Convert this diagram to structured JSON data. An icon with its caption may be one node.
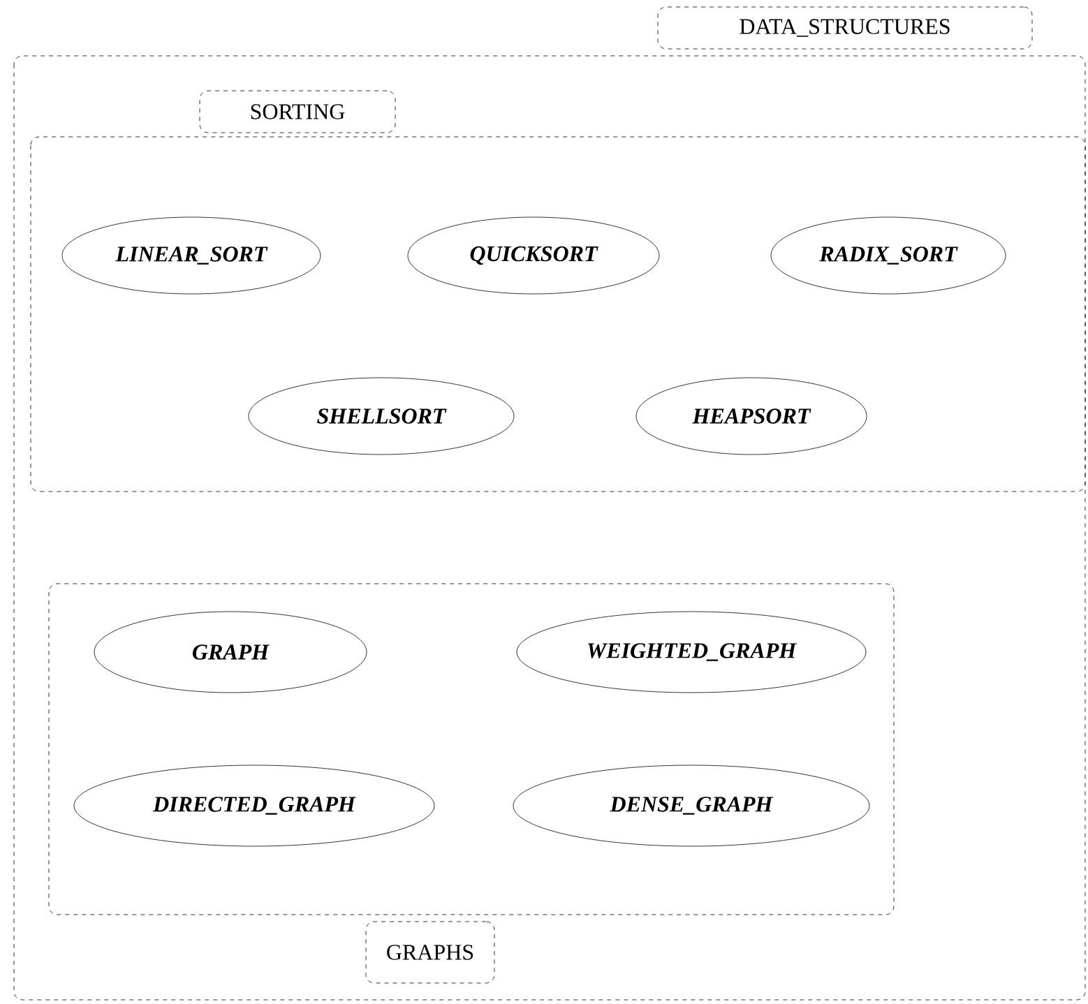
{
  "diagram": {
    "nodes": [
      {
        "text": [
          "DATA_STRUCTURES"
        ]
      },
      {
        "text": [
          "SORTING"
        ],
        "in": 0
      },
      {
        "text": [
          "LINEAR_SORT"
        ],
        "in": 1
      },
      {
        "text": [
          "QUICKSORT"
        ],
        "in": 1
      },
      {
        "text": [
          "RADIX_SORT"
        ],
        "in": 1
      },
      {
        "text": [
          "SHELLSORT"
        ],
        "in": 1
      },
      {
        "text": [
          "HEAPSORT"
        ],
        "in": 1
      },
      {
        "text": [
          "GRAPHS"
        ],
        "in": 0
      },
      {
        "text": [
          "GRAPH"
        ],
        "in": 7
      },
      {
        "text": [
          "WEIGHTED_GRAPH"
        ],
        "in": 7
      },
      {
        "text": [
          "DIRECTED_GRAPH"
        ],
        "in": 7
      },
      {
        "text": [
          "DENSE_GRAPH"
        ],
        "in": 7
      }
    ]
  }
}
